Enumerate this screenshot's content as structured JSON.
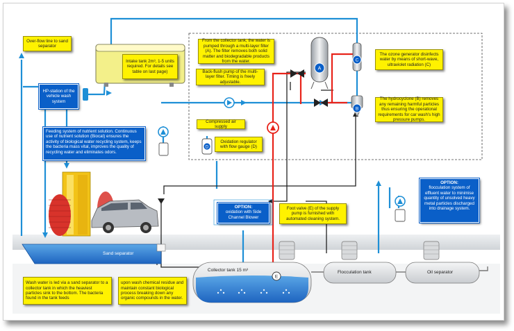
{
  "colors": {
    "clean_water": "#1e8fd6",
    "return_water": "#222222",
    "fresh_water_red": "#e8231a",
    "note_yellow": "#fff200",
    "option_blue": "#0a5fc8",
    "tank_gray": "#e4e6e8",
    "water_blue": "#2f7fd4"
  },
  "notes": {
    "overflow": "Over-flow line to sand separator",
    "intake_tank": "Intake tank 2m³, 1-5 units required. For details see table on last page)",
    "collector_pump": "From the collector tank, the water is pumped through a multi-layer filter (A). The filter removes both solid matter and biodegradable products from the water.",
    "backflush": "Back-flush pump of the multi-layer filter. Timing is freely adjustable.",
    "ozone": "The ozone generator disinfects water by means of short-wave, ultraviolet radiation (C)",
    "hydrocyclone": "The hydrocyclone (B) removes any remaining harmful particles thus ensuring the operational requirements for car wash's high pressure pumps.",
    "compressed_air": "Compressed air supply",
    "oxidation_regulator": "Oxidation regulator with flow gauge (D)",
    "foot_valve": "Foot valve (E) of the supply pump is furnished with automated cleaning system.",
    "sand_separator_desc": "Wash water is led via a sand separator to a collector tank in which the heaviest particles sink to the bottom. The bacteria found in the tank feeds",
    "collector_desc": "upon wash chemical residue and maintain constant biological process breaking down any organic compounds in the water."
  },
  "blue_boxes": {
    "hp_station": "HP-station of the vehicle wash system",
    "feeding": "Feeding system of nutrient solution. Continuous use of nutrient solution (Biocat) ensures the activity of biological water recycling system, keeps the bacteria mass vital, improves the quality of recycling water and eliminates odors.",
    "option_oxidation_title": "OPTION:",
    "option_oxidation_body": "oxidation with Side Channel Blower",
    "option_flocculation_title": "OPTION:",
    "option_flocculation_body": "flocculation system of effluent water to minimise quantity of unsolved heavy metal particles discharged into drainage system."
  },
  "labels": {
    "sand_separator": "Sand separator",
    "collector_tank": "Collector tank 15 m³",
    "flocculation_tank": "Flocculation tank",
    "oil_separator": "Oil separator",
    "marker_a": "A",
    "marker_b": "B",
    "marker_c": "C",
    "marker_d": "D",
    "marker_e": "E"
  }
}
